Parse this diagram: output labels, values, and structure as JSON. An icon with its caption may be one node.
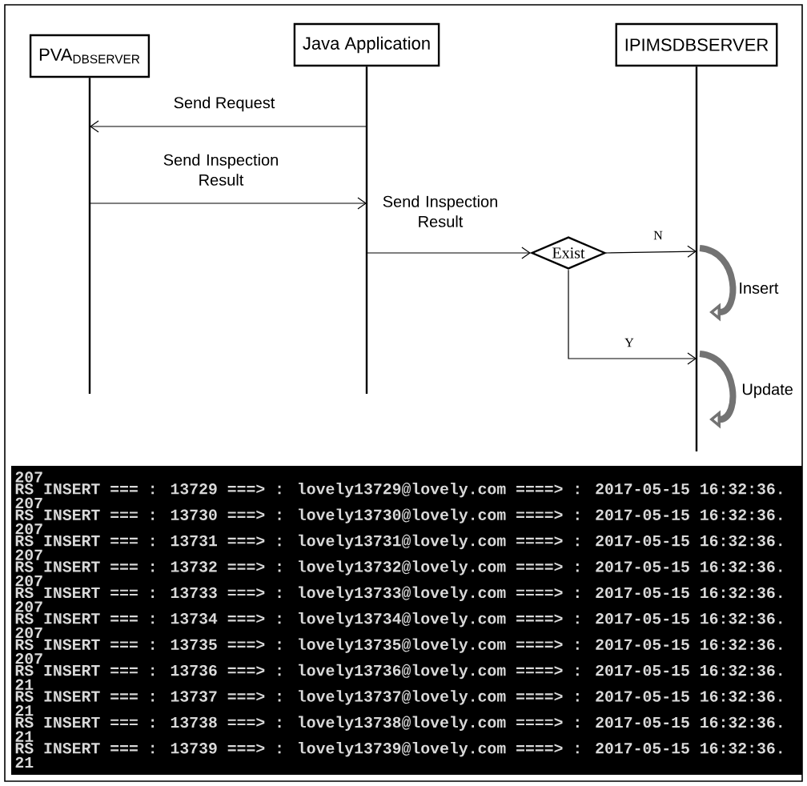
{
  "diagram": {
    "nodes": [
      {
        "text": [
          "PVA$_{DBSERVER}$"
        ]
      },
      {
        "text": [
          "Java Application"
        ]
      },
      {
        "text": [
          "IPIMSDBSERVER"
        ]
      },
      {
        "text": [
          "Exist"
        ]
      }
    ],
    "edges": [
      {
        "from": 1,
        "to": 0,
        "arrow": "to",
        "label": "Send Request"
      },
      {
        "from": 0,
        "to": 1,
        "arrow": "to",
        "label": "Send Inspection Result"
      },
      {
        "from": 1,
        "to": 3,
        "arrow": "to",
        "label": "Send Inspection Result"
      },
      {
        "from": 3,
        "to": 2,
        "arrow": "to",
        "label": "N"
      },
      {
        "from": 3,
        "to": 2,
        "arrow": "to",
        "label": "Y"
      }
    ],
    "labels": [
      "Insert",
      "Update",
      "207",
      "RS INSERT === : 13729 ===> : lovely13729@lovely.com ====> : 2017-05-15 16:32:36.",
      "207",
      "RS INSERT === : 13730 ===> : lovely13730@lovely.com ====> : 2017-05-15 16:32:36.",
      "207",
      "RS INSERT === : 13731 ===> : lovely13731@lovely.com ====> : 2017-05-15 16:32:36.",
      "207",
      "RS INSERT === : 13732 ===> : lovely13732@lovely.com ====> : 2017-05-15 16:32:36.",
      "207",
      "RS INSERT === : 13733 ===> : lovely13733@lovely.com ====> : 2017-05-15 16:32:36.",
      "207",
      "RS INSERT === : 13734 ===> : lovely13734@lovely.com ====> : 2017-05-15 16:32:36.",
      "207",
      "RS INSERT === : 13735 ===> : lovely13735@lovely.com ====> : 2017-05-15 16:32:36.",
      "207",
      "RS INSERT === : 13736 ===> : lovely13736@lovely.com ====> : 2017-05-15 16:32:36.",
      "21",
      "RS INSERT === : 13737 ===> : lovely13737@lovely.com ====> : 2017-05-15 16:32:36.",
      "21",
      "RS INSERT === : 13738 ===> : lovely13738@lovely.com ====> : 2017-05-15 16:32:36.",
      "21",
      "RS INSERT === : 13739 ===> : lovely13739@lovely.com ====> : 2017-05-15 16:32:36.",
      "21"
    ]
  }
}
